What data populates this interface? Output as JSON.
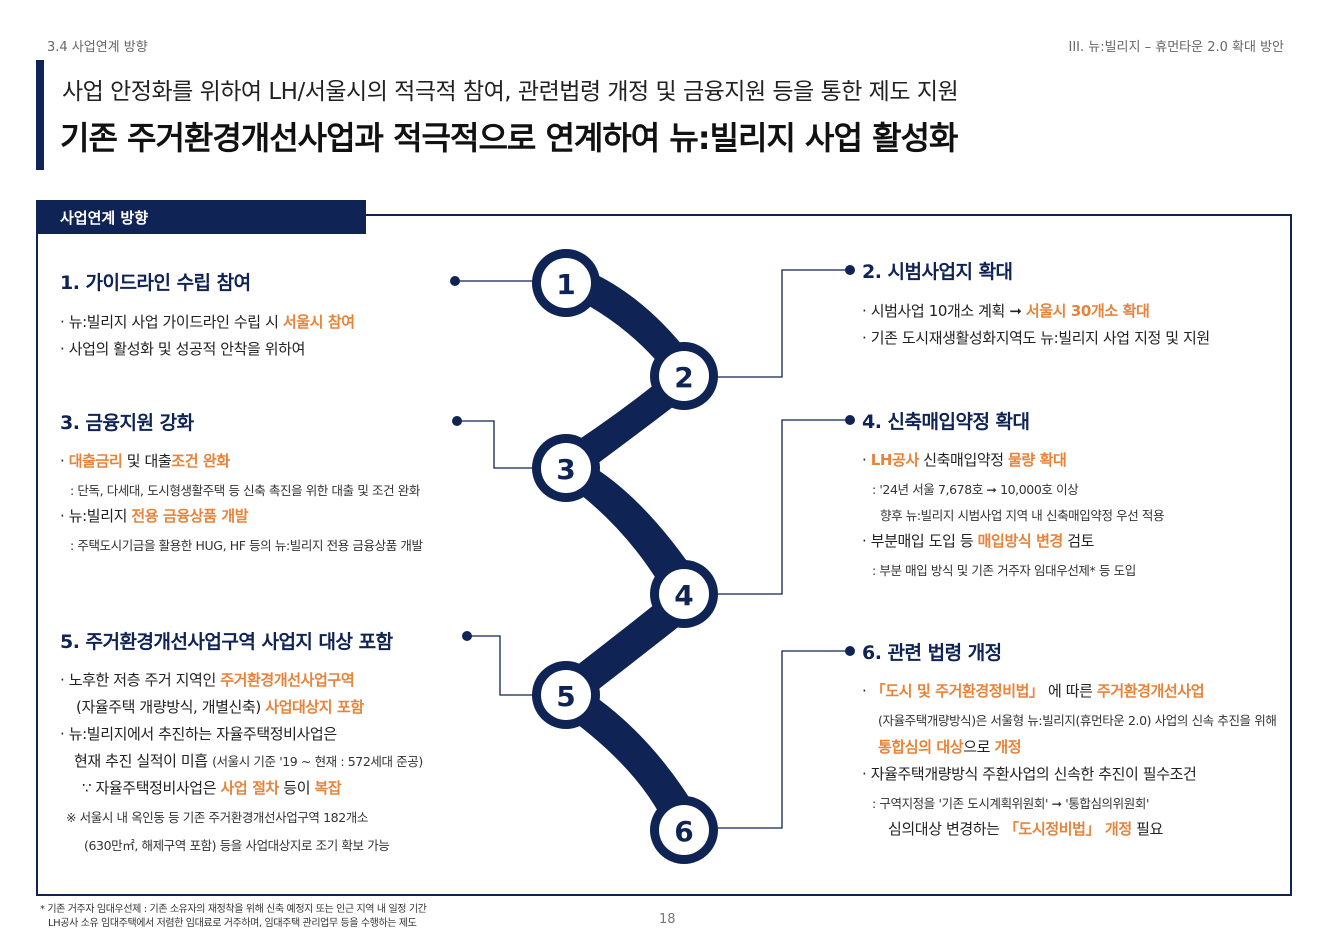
{
  "header": {
    "left": "3.4 사업연계 방향",
    "right": "III. 뉴:빌리지 – 휴먼타운 2.0 확대 방안"
  },
  "title": {
    "subtitle": "사업 안정화를 위하여 LH/서울시의 적극적 참여, 관련법령 개정 및 금융지원 등을 통한 제도 지원",
    "main": "기존 주거환경개선사업과 적극적으로 연계하여 뉴:빌리지 사업 활성화"
  },
  "frame_tab": "사업연계 방향",
  "nodes": [
    "1",
    "2",
    "3",
    "4",
    "5",
    "6"
  ],
  "colors": {
    "navy": "#0f2454",
    "accent": "#e8833a"
  },
  "sections": {
    "s1": {
      "title": "1. 가이드라인 수립 참여",
      "l1a": "· 뉴:빌리지 사업 가이드라인 수립 시 ",
      "l1b": "서울시 참여",
      "l2": "· 사업의 활성화 및 성공적 안착을 위하여"
    },
    "s2": {
      "title": "2. 시범사업지 확대",
      "l1a": "· 시범사업 10개소 계획 ➞ ",
      "l1b": "서울시 30개소 확대",
      "l2": "· 기존 도시재생활성화지역도 뉴:빌리지 사업 지정 및 지원"
    },
    "s3": {
      "title": "3. 금융지원 강화",
      "l1a": "· ",
      "l1b": "대출금리",
      "l1c": " 및 대출",
      "l1d": "조건 완화",
      "l2": ": 단독, 다세대, 도시형생활주택 등 신축 촉진을 위한 대출 및 조건 완화",
      "l3a": "· 뉴:빌리지 ",
      "l3b": "전용 금융상품 개발",
      "l4": ": 주택도시기금을 활용한 HUG, HF 등의 뉴:빌리지 전용 금융상품 개발"
    },
    "s4": {
      "title": "4. 신축매입약정 확대",
      "l1a": "· ",
      "l1b": "LH공사",
      "l1c": " 신축매입약정 ",
      "l1d": "물량 확대",
      "l2": ": '24년 서울 7,678호 ➞ 10,000호 이상",
      "l3": "향후 뉴:빌리지 시범사업 지역 내 신축매입약정 우선 적용",
      "l4a": "· 부분매입 도입 등 ",
      "l4b": "매입방식 변경",
      "l4c": " 검토",
      "l5": ": 부분 매입 방식 및 기존 거주자 임대우선제* 등 도입"
    },
    "s5": {
      "title": "5. 주거환경개선사업구역 사업지 대상 포함",
      "l1a": "· 노후한 저층 주거 지역인 ",
      "l1b": "주거환경개선사업구역",
      "l2a": "(자율주택 개량방식, 개별신축) ",
      "l2b": "사업대상지 포함",
      "l3": "· 뉴:빌리지에서 추진하는 자율주택정비사업은",
      "l4a": "현재 추진 실적이 미흡 ",
      "l4b": "(서울시 기준 '19 ~ 현재 : 572세대 준공)",
      "l5a": "∵ 자율주택정비사업은 ",
      "l5b": "사업 절차",
      "l5c": " 등이 ",
      "l5d": "복잡",
      "l6": "※ 서울시 내 옥인동 등 기존 주거환경개선사업구역 182개소",
      "l7": "(630만㎡, 해제구역 포함) 등을 사업대상지로 조기 확보 가능"
    },
    "s6": {
      "title": "6. 관련 법령 개정",
      "l1a": "· ",
      "l1b": "「도시 및 주거환경정비법」",
      "l1c": " 에 따른 ",
      "l1d": "주거환경개선사업",
      "l2": "(자율주택개량방식)은 서울형 뉴:빌리지(휴먼타운 2.0) 사업의  신속 추진을 위해",
      "l3a": "통합심의 대상",
      "l3b": "으로 ",
      "l3c": "개정",
      "l4": "· 자율주택개량방식 주환사업의 신속한 추진이 필수조건",
      "l5": ": 구역지정을 '기존 도시계획위원회' ➞ '통합심의위원회'",
      "l6a": "심의대상 변경하는 ",
      "l6b": "「도시정비법」 개정",
      "l6c": " 필요"
    }
  },
  "footnote": {
    "l1": "* 기존 거주자 임대우선제 : 기존 소유자의 재정착을 위해 신축 예정지 또는 인근 지역 내 일정 기간",
    "l2": "LH공사 소유 임대주택에서 저렴한 임대료로 거주하며, 임대주택 관리업무 등을 수행하는 제도"
  },
  "page_number": "18"
}
